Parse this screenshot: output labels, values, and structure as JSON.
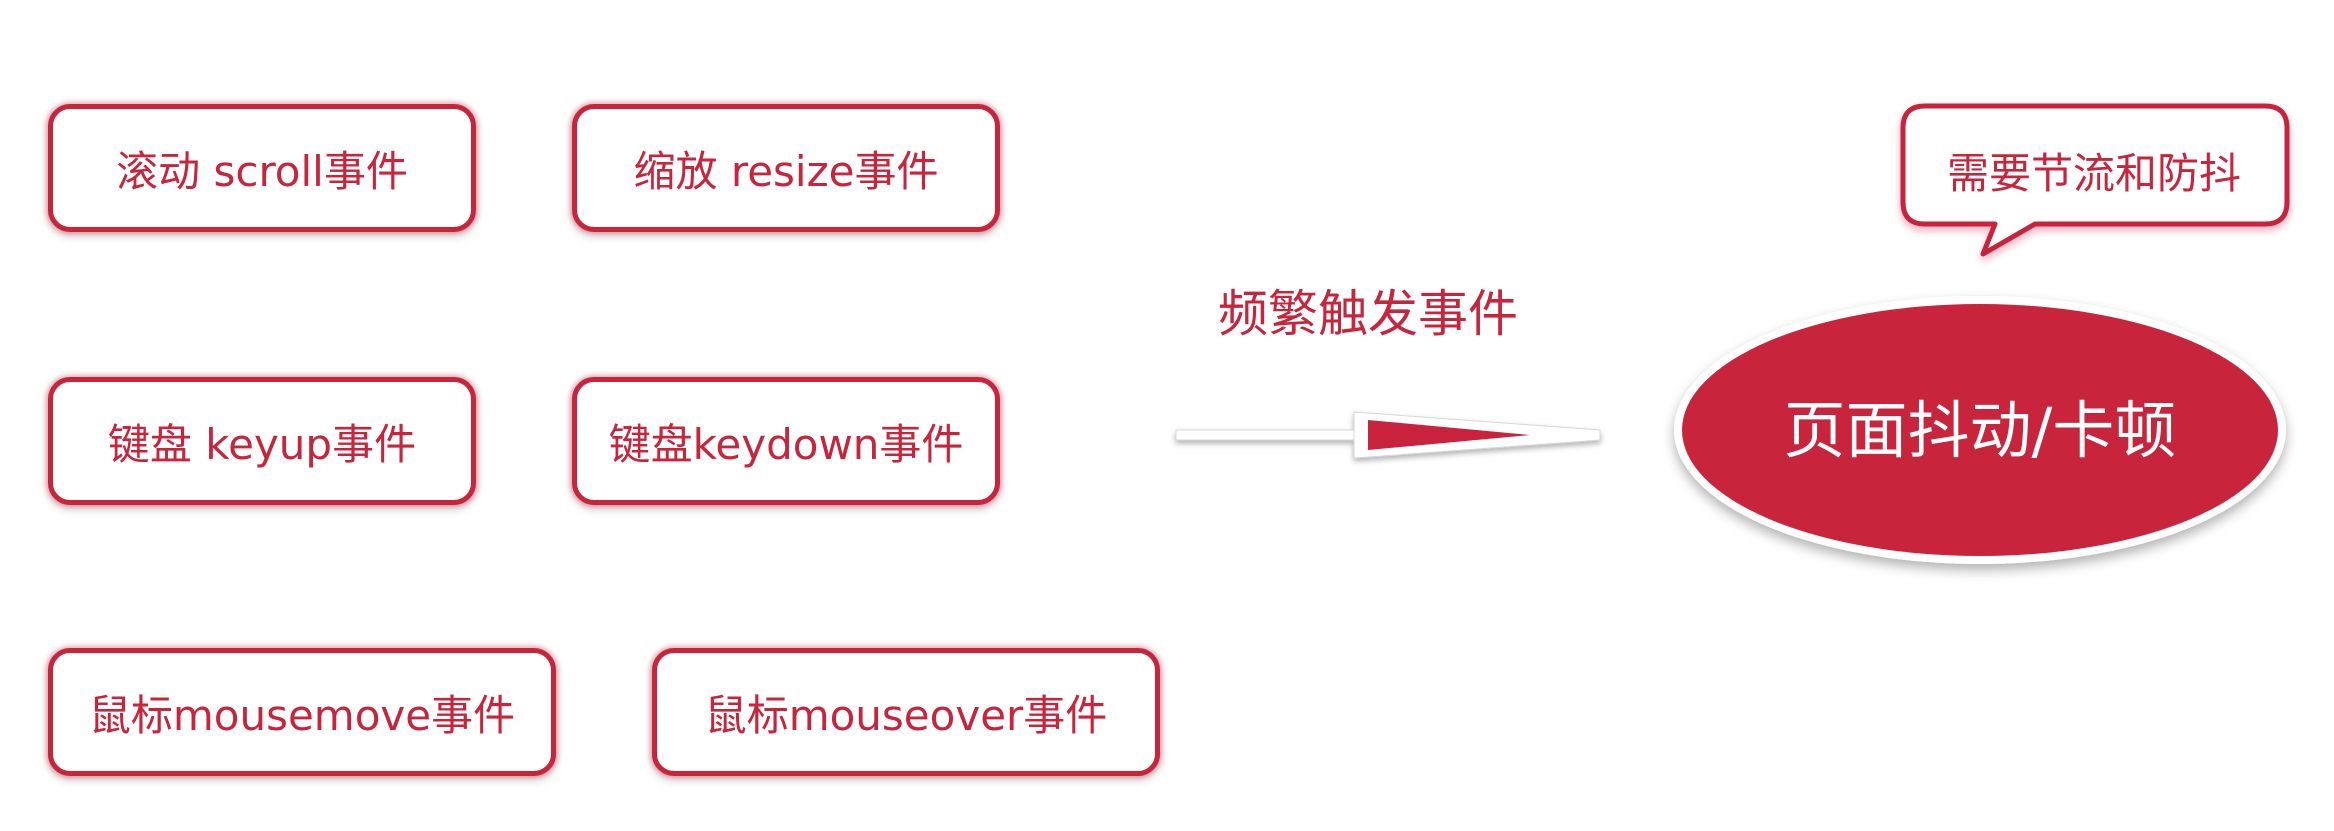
{
  "events": [
    {
      "label": "滚动 scroll事件"
    },
    {
      "label": "缩放 resize事件"
    },
    {
      "label": "键盘 keyup事件"
    },
    {
      "label": "键盘keydown事件"
    },
    {
      "label": "鼠标mousemove事件"
    },
    {
      "label": "鼠标mouseover事件"
    }
  ],
  "arrow": {
    "label": "频繁触发事件"
  },
  "result": {
    "label": "页面抖动/卡顿"
  },
  "callout": {
    "label": "需要节流和防抖"
  },
  "colors": {
    "accent": "#c8243c",
    "background": "#ffffff",
    "result_text": "#ffffff"
  }
}
